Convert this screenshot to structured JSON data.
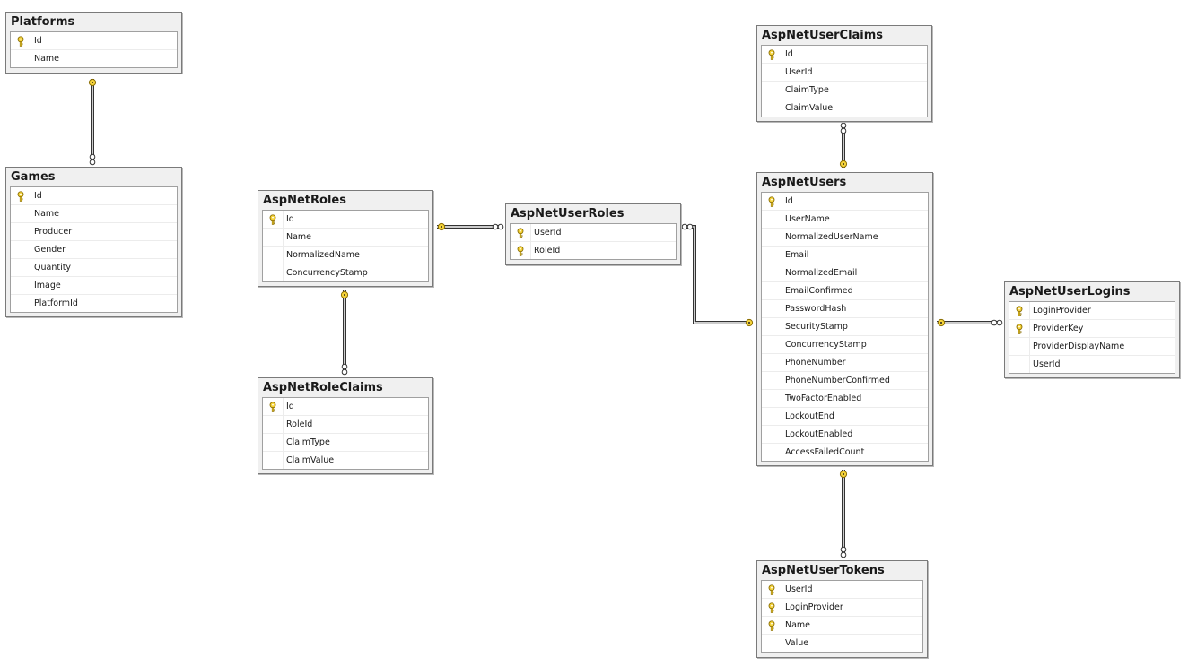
{
  "diagram": {
    "tables": [
      {
        "id": "Platforms",
        "title": "Platforms",
        "columns": [
          {
            "name": "Id",
            "pk": true
          },
          {
            "name": "Name",
            "pk": false
          }
        ]
      },
      {
        "id": "Games",
        "title": "Games",
        "columns": [
          {
            "name": "Id",
            "pk": true
          },
          {
            "name": "Name",
            "pk": false
          },
          {
            "name": "Producer",
            "pk": false
          },
          {
            "name": "Gender",
            "pk": false
          },
          {
            "name": "Quantity",
            "pk": false
          },
          {
            "name": "Image",
            "pk": false
          },
          {
            "name": "PlatformId",
            "pk": false
          }
        ]
      },
      {
        "id": "AspNetRoles",
        "title": "AspNetRoles",
        "columns": [
          {
            "name": "Id",
            "pk": true
          },
          {
            "name": "Name",
            "pk": false
          },
          {
            "name": "NormalizedName",
            "pk": false
          },
          {
            "name": "ConcurrencyStamp",
            "pk": false
          }
        ]
      },
      {
        "id": "AspNetRoleClaims",
        "title": "AspNetRoleClaims",
        "columns": [
          {
            "name": "Id",
            "pk": true
          },
          {
            "name": "RoleId",
            "pk": false
          },
          {
            "name": "ClaimType",
            "pk": false
          },
          {
            "name": "ClaimValue",
            "pk": false
          }
        ]
      },
      {
        "id": "AspNetUserRoles",
        "title": "AspNetUserRoles",
        "columns": [
          {
            "name": "UserId",
            "pk": true
          },
          {
            "name": "RoleId",
            "pk": true
          }
        ]
      },
      {
        "id": "AspNetUserClaims",
        "title": "AspNetUserClaims",
        "columns": [
          {
            "name": "Id",
            "pk": true
          },
          {
            "name": "UserId",
            "pk": false
          },
          {
            "name": "ClaimType",
            "pk": false
          },
          {
            "name": "ClaimValue",
            "pk": false
          }
        ]
      },
      {
        "id": "AspNetUsers",
        "title": "AspNetUsers",
        "columns": [
          {
            "name": "Id",
            "pk": true
          },
          {
            "name": "UserName",
            "pk": false
          },
          {
            "name": "NormalizedUserName",
            "pk": false
          },
          {
            "name": "Email",
            "pk": false
          },
          {
            "name": "NormalizedEmail",
            "pk": false
          },
          {
            "name": "EmailConfirmed",
            "pk": false
          },
          {
            "name": "PasswordHash",
            "pk": false
          },
          {
            "name": "SecurityStamp",
            "pk": false
          },
          {
            "name": "ConcurrencyStamp",
            "pk": false
          },
          {
            "name": "PhoneNumber",
            "pk": false
          },
          {
            "name": "PhoneNumberConfirmed",
            "pk": false
          },
          {
            "name": "TwoFactorEnabled",
            "pk": false
          },
          {
            "name": "LockoutEnd",
            "pk": false
          },
          {
            "name": "LockoutEnabled",
            "pk": false
          },
          {
            "name": "AccessFailedCount",
            "pk": false
          }
        ]
      },
      {
        "id": "AspNetUserLogins",
        "title": "AspNetUserLogins",
        "columns": [
          {
            "name": "LoginProvider",
            "pk": true
          },
          {
            "name": "ProviderKey",
            "pk": true
          },
          {
            "name": "ProviderDisplayName",
            "pk": false
          },
          {
            "name": "UserId",
            "pk": false
          }
        ]
      },
      {
        "id": "AspNetUserTokens",
        "title": "AspNetUserTokens",
        "columns": [
          {
            "name": "UserId",
            "pk": true
          },
          {
            "name": "LoginProvider",
            "pk": true
          },
          {
            "name": "Name",
            "pk": true
          },
          {
            "name": "Value",
            "pk": false
          }
        ]
      }
    ],
    "relationships": [
      {
        "from": "Games",
        "to": "Platforms"
      },
      {
        "from": "AspNetRoleClaims",
        "to": "AspNetRoles"
      },
      {
        "from": "AspNetUserRoles",
        "to": "AspNetRoles"
      },
      {
        "from": "AspNetUserRoles",
        "to": "AspNetUsers"
      },
      {
        "from": "AspNetUserClaims",
        "to": "AspNetUsers"
      },
      {
        "from": "AspNetUserLogins",
        "to": "AspNetUsers"
      },
      {
        "from": "AspNetUserTokens",
        "to": "AspNetUsers"
      }
    ]
  },
  "colors": {
    "key_fill": "#f5d33a",
    "key_stroke": "#8a6d00",
    "line": "#333333"
  },
  "icons": {
    "primary_key": "key-icon",
    "one_end": "key-endpoint-icon",
    "many_end": "infinity-endpoint-icon"
  }
}
